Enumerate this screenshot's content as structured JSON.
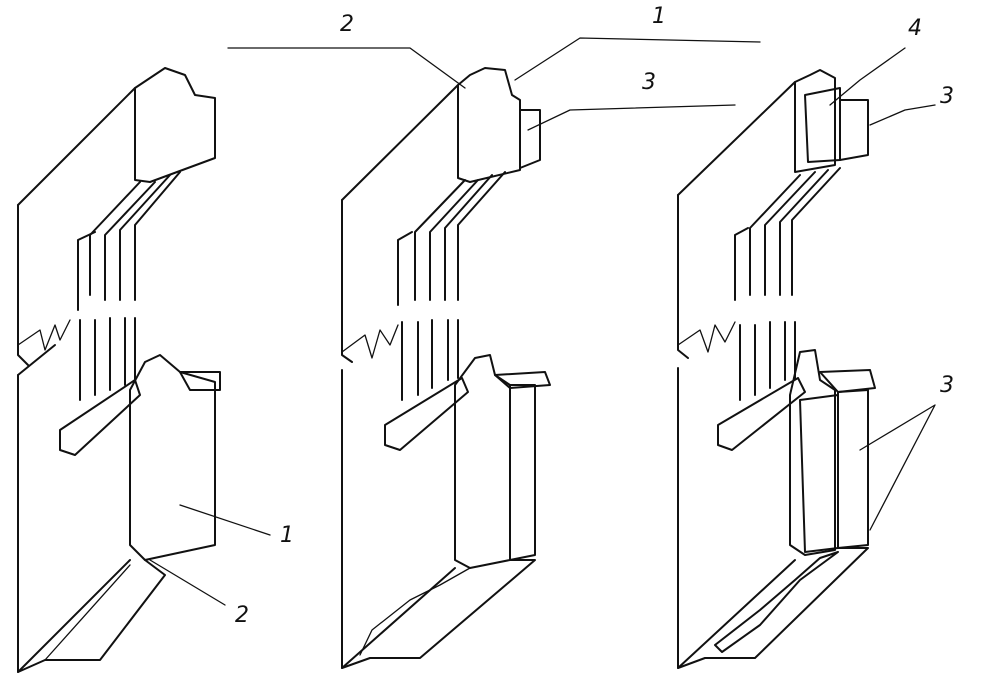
{
  "colors": {
    "ink": "#111111",
    "paper": "#ffffff"
  },
  "labels": {
    "p1_bottom_1": "1",
    "p1_bottom_2": "2",
    "p2_top_2": "2",
    "p2_top_1": "1",
    "p2_top_3": "3",
    "p3_top_4": "4",
    "p3_top_3": "3",
    "p3_bottom_3": "3"
  }
}
